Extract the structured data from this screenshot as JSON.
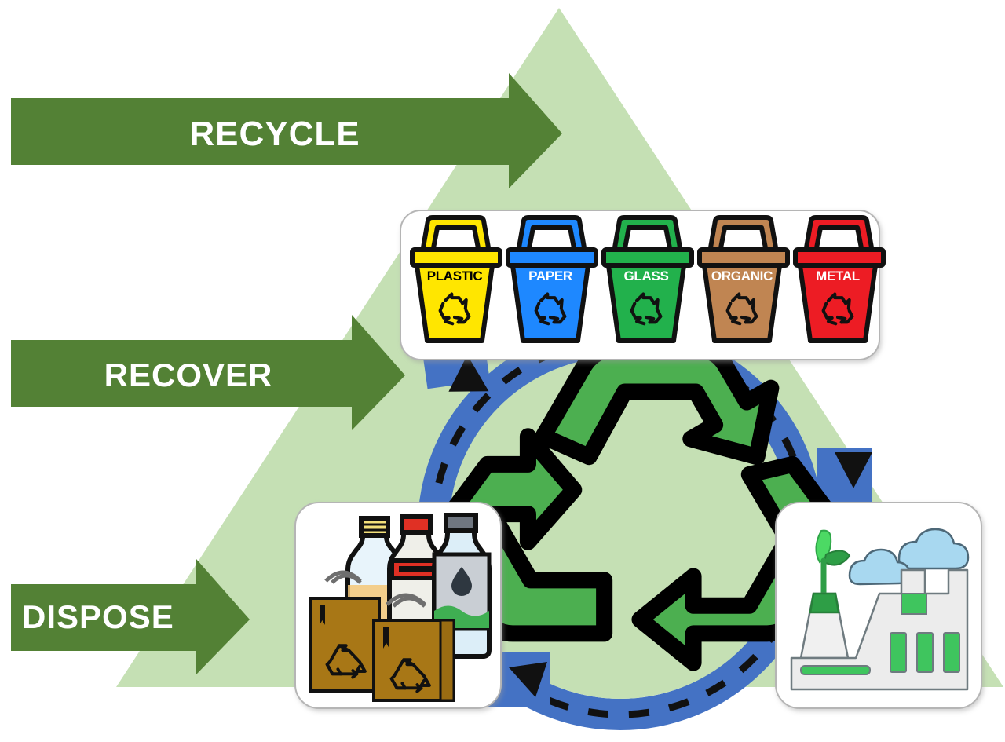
{
  "diagram": {
    "title": "Recycling Waste Hierarchy Cycle",
    "background_color": "#FFFFFF"
  },
  "triangle": {
    "name": "waste-hierarchy-triangle",
    "color": "#C5E0B4"
  },
  "arrows": [
    {
      "id": "recycle",
      "label": "RECYCLE",
      "color": "#538135",
      "text_color": "#FFFFFF",
      "direction": "right",
      "align": "center"
    },
    {
      "id": "recover",
      "label": "RECOVER",
      "color": "#538135",
      "text_color": "#FFFFFF",
      "direction": "right",
      "align": "center"
    },
    {
      "id": "dispose",
      "label": "DISPOSE",
      "color": "#538135",
      "text_color": "#FFFFFF",
      "direction": "right",
      "align": "left"
    }
  ],
  "cycle_ring": {
    "name": "recycling-cycle-ring",
    "band_color": "#4472C4",
    "inner_color": "#C5E0B4",
    "dash_color": "#111111",
    "direction": "clockwise",
    "arrowheads": [
      "top-left-up",
      "right-down",
      "bottom-left"
    ]
  },
  "center_symbol": {
    "name": "mobius-recycle-symbol",
    "fill_light": "#4CAF50",
    "fill_dark": "#3A8B3F",
    "outline": "#000000"
  },
  "bins_card": {
    "name": "recycling-bins-card",
    "bins": [
      {
        "label": "PLASTIC",
        "color": "#FFE600",
        "text_color": "#000000",
        "outline": "#111111"
      },
      {
        "label": "PAPER",
        "color": "#1E88FF",
        "text_color": "#FFFFFF",
        "outline": "#111111"
      },
      {
        "label": "GLASS",
        "color": "#22B14C",
        "text_color": "#FFFFFF",
        "outline": "#111111"
      },
      {
        "label": "ORGANIC",
        "color": "#C08552",
        "text_color": "#FFFFFF",
        "outline": "#111111"
      },
      {
        "label": "METAL",
        "color": "#ED1C24",
        "text_color": "#FFFFFF",
        "outline": "#111111"
      }
    ]
  },
  "waste_card": {
    "name": "waste-items-card",
    "items": [
      "glass-bottle",
      "plastic-bottle",
      "water-bottle",
      "paper-bag",
      "paper-bag"
    ],
    "bag_color": "#A87716",
    "bottle_outline": "#111111"
  },
  "factory_card": {
    "name": "eco-factory-card",
    "items": [
      "smokestack",
      "plant-sprout",
      "cloud",
      "cloud",
      "factory-building"
    ],
    "building_color": "#ECECEC",
    "accent_color": "#3FC55E",
    "cloud_color": "#A8D8F0"
  }
}
